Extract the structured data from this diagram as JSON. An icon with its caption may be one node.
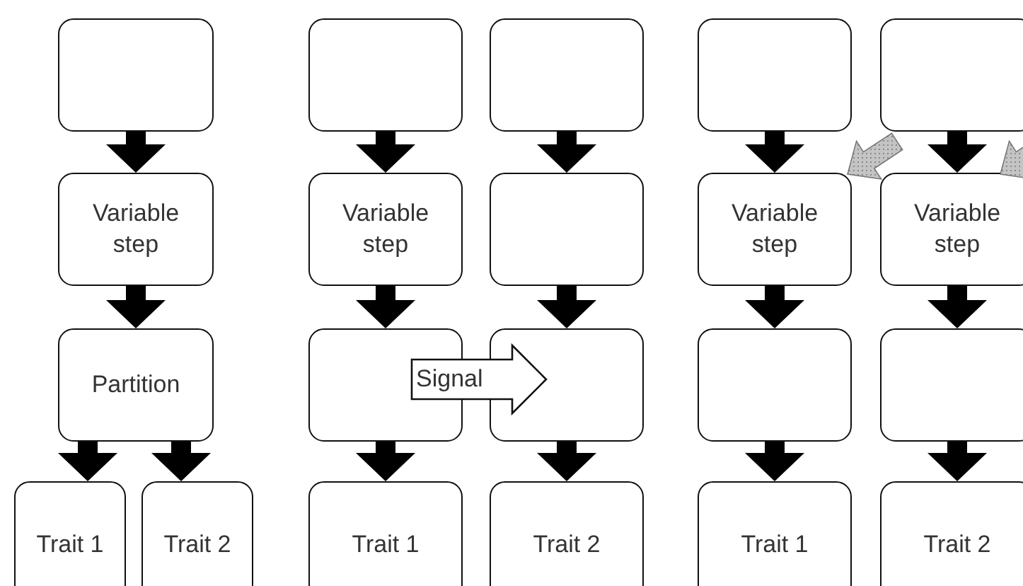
{
  "diagram": {
    "nodes": [
      {
        "text": [],
        "shape": "box"
      },
      {
        "text": [
          "Variable step"
        ]
      },
      {
        "text": [
          "Partition"
        ]
      },
      {
        "text": [
          "Trait 1"
        ]
      },
      {
        "text": [
          "Trait 2"
        ]
      },
      {
        "text": [],
        "shape": "box"
      },
      {
        "text": [],
        "shape": "box"
      },
      {
        "text": [
          "Variable step"
        ]
      },
      {
        "text": [],
        "shape": "box"
      },
      {
        "text": [],
        "shape": "box"
      },
      {
        "text": [],
        "shape": "box"
      },
      {
        "text": [
          "Trait 1"
        ]
      },
      {
        "text": [
          "Trait 2"
        ]
      },
      {
        "text": [],
        "shape": "box"
      },
      {
        "text": [],
        "shape": "box"
      },
      {
        "text": [
          "Variable step"
        ]
      },
      {
        "text": [
          "Variable step"
        ]
      },
      {
        "text": [],
        "shape": "box"
      },
      {
        "text": [],
        "shape": "box"
      },
      {
        "text": [
          "Trait 1"
        ]
      },
      {
        "text": [
          "Trait 2"
        ]
      }
    ],
    "edges": [
      {
        "from": 0,
        "to": 1,
        "arrow": "to"
      },
      {
        "from": 1,
        "to": 2,
        "arrow": "to"
      },
      {
        "from": 2,
        "to": 3,
        "arrow": "to"
      },
      {
        "from": 2,
        "to": 4,
        "arrow": "to"
      },
      {
        "from": 5,
        "to": 7,
        "arrow": "to"
      },
      {
        "from": 7,
        "to": 9,
        "arrow": "to"
      },
      {
        "from": 9,
        "to": 11,
        "arrow": "to"
      },
      {
        "from": 6,
        "to": 8,
        "arrow": "to"
      },
      {
        "from": 8,
        "to": 10,
        "arrow": "to"
      },
      {
        "from": 10,
        "to": 12,
        "arrow": "to"
      },
      {
        "from": 9,
        "to": 10,
        "arrow": "to",
        "label": "Signal"
      },
      {
        "from": 13,
        "to": 15,
        "arrow": "to"
      },
      {
        "from": 15,
        "to": 17,
        "arrow": "to"
      },
      {
        "from": 17,
        "to": 19,
        "arrow": "to"
      },
      {
        "from": 14,
        "to": 16,
        "arrow": "to"
      },
      {
        "from": 16,
        "to": 18,
        "arrow": "to"
      },
      {
        "from": 18,
        "to": 20,
        "arrow": "to"
      },
      {
        "from": null,
        "to": 15,
        "arrow": "to",
        "color": "#c4c4c4"
      },
      {
        "from": null,
        "to": 16,
        "arrow": "to",
        "color": "#c4c4c4"
      }
    ]
  }
}
